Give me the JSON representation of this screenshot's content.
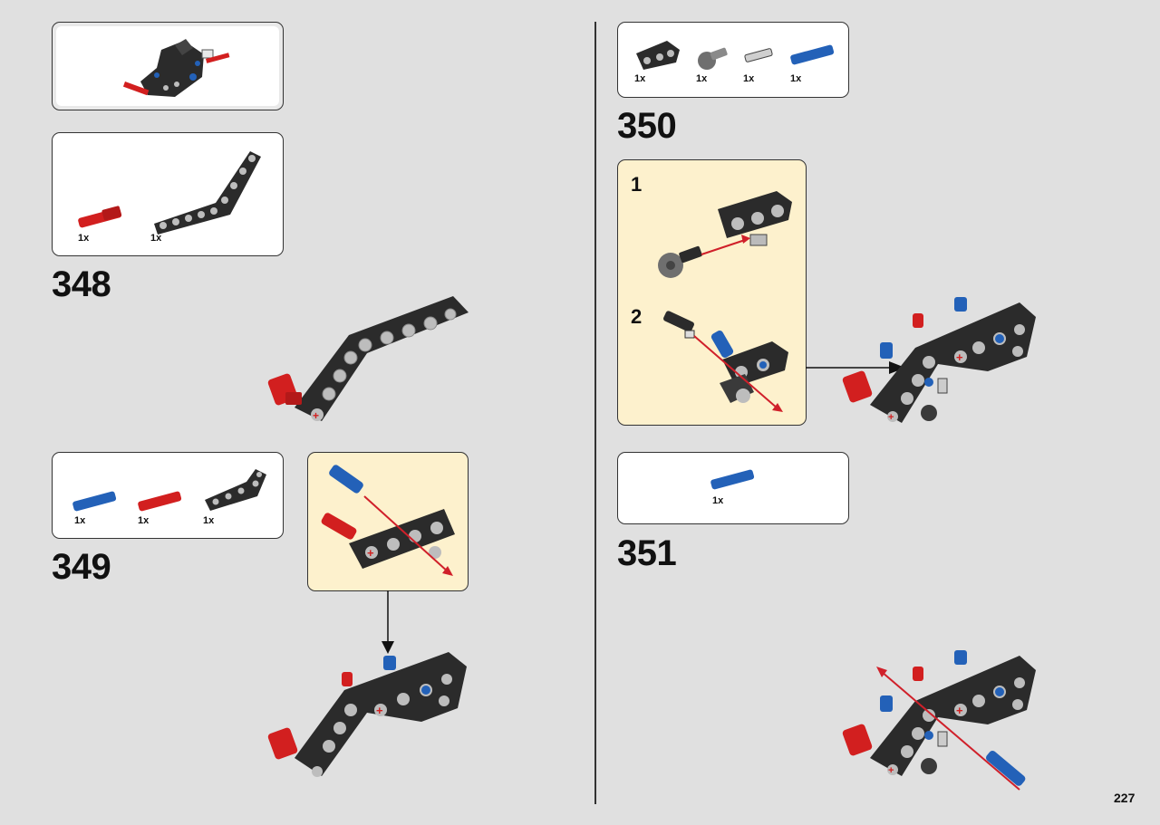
{
  "page": {
    "number": "227"
  },
  "steps": [
    {
      "number": "348",
      "parts": [
        {
          "qty": "1x"
        },
        {
          "qty": "1x"
        }
      ]
    },
    {
      "number": "349",
      "parts": [
        {
          "qty": "1x"
        },
        {
          "qty": "1x"
        },
        {
          "qty": "1x"
        }
      ]
    },
    {
      "number": "350",
      "parts": [
        {
          "qty": "1x"
        },
        {
          "qty": "1x"
        },
        {
          "qty": "1x"
        },
        {
          "qty": "1x"
        }
      ],
      "substeps": [
        "1",
        "2"
      ]
    },
    {
      "number": "351",
      "parts": [
        {
          "qty": "1x"
        }
      ]
    }
  ],
  "colors": {
    "beam": "#2b2b2b",
    "hole": "#bdbdbd",
    "axle_pin_red": "#d21f1f",
    "pin_blue": "#2361b8",
    "pin_gray": "#8a8a8a",
    "arrow_red": "#d0202a",
    "callout_bg": "#fdf1cd",
    "page_bg": "#e0e0e0"
  }
}
